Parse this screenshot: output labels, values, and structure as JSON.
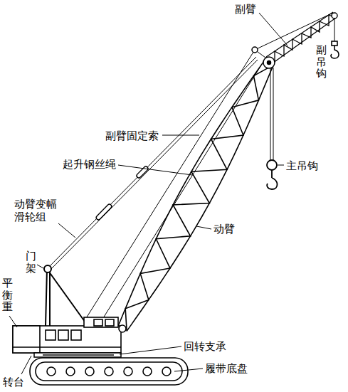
{
  "diagram": {
    "labels": [
      "副臂",
      "副吊钩",
      "副臂固定索",
      "主吊钩",
      "起升钢丝绳",
      "动臂变幅滑轮组",
      "动臂",
      "门架",
      "平衡重",
      "回转支承",
      "履带底盘",
      "转台"
    ]
  }
}
